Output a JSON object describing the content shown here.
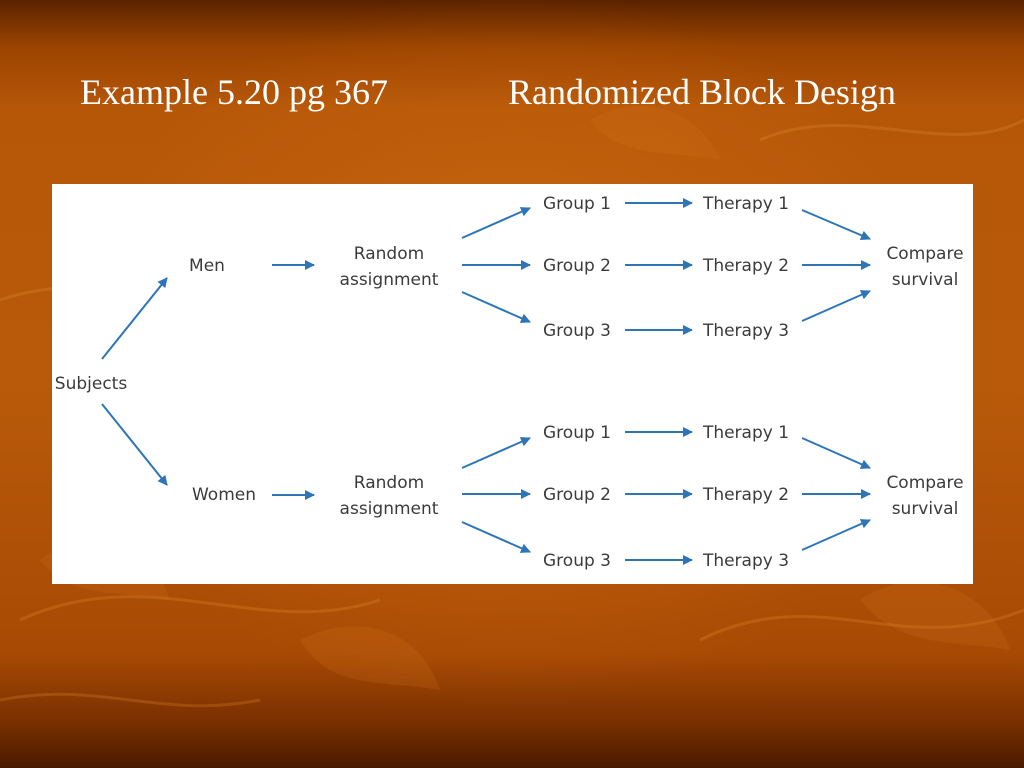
{
  "title": {
    "left": "Example 5.20 pg 367",
    "right": "Randomized Block Design"
  },
  "colors": {
    "background": "#b25206",
    "title_text": "#ffffff",
    "panel": "#ffffff",
    "arrow": "#2e75b6",
    "node_text": "#3b3b3b"
  },
  "diagram": {
    "root": "Subjects",
    "blocks": [
      {
        "label": "Men",
        "assignment": [
          "Random",
          "assignment"
        ],
        "groups": [
          "Group 1",
          "Group 2",
          "Group 3"
        ],
        "therapies": [
          "Therapy 1",
          "Therapy 2",
          "Therapy 3"
        ],
        "outcome": [
          "Compare",
          "survival"
        ]
      },
      {
        "label": "Women",
        "assignment": [
          "Random",
          "assignment"
        ],
        "groups": [
          "Group 1",
          "Group 2",
          "Group 3"
        ],
        "therapies": [
          "Therapy 1",
          "Therapy 2",
          "Therapy 3"
        ],
        "outcome": [
          "Compare",
          "survival"
        ]
      }
    ]
  }
}
